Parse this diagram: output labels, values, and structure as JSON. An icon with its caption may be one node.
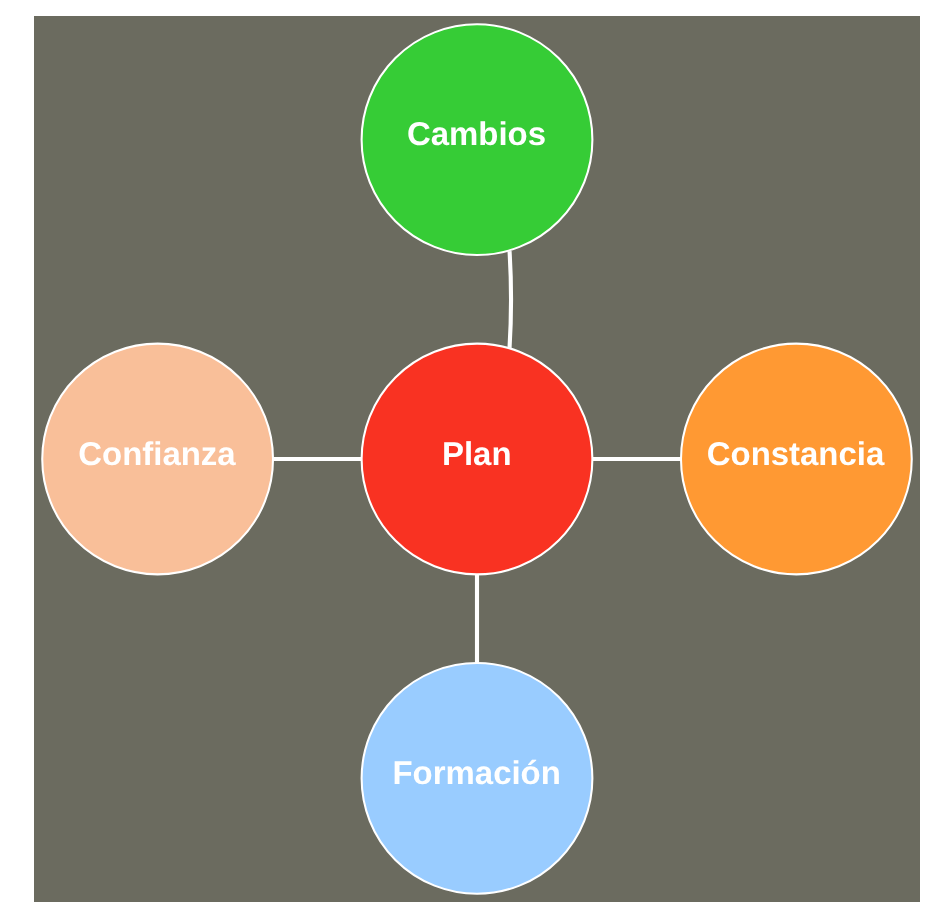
{
  "diagram": {
    "nodes": [
      {
        "text": [
          "Cambios"
        ]
      },
      {
        "text": [
          "Confianza"
        ]
      },
      {
        "text": [
          "Plan"
        ]
      },
      {
        "text": [
          "Constancia"
        ]
      },
      {
        "text": [
          "Formación"
        ]
      }
    ],
    "edges": [
      {
        "from": 2,
        "to": 0,
        "arrow": "none"
      },
      {
        "from": 1,
        "to": 2,
        "arrow": "none"
      },
      {
        "from": 2,
        "to": 3,
        "arrow": "none"
      },
      {
        "from": 2,
        "to": 4,
        "arrow": "none"
      }
    ]
  }
}
